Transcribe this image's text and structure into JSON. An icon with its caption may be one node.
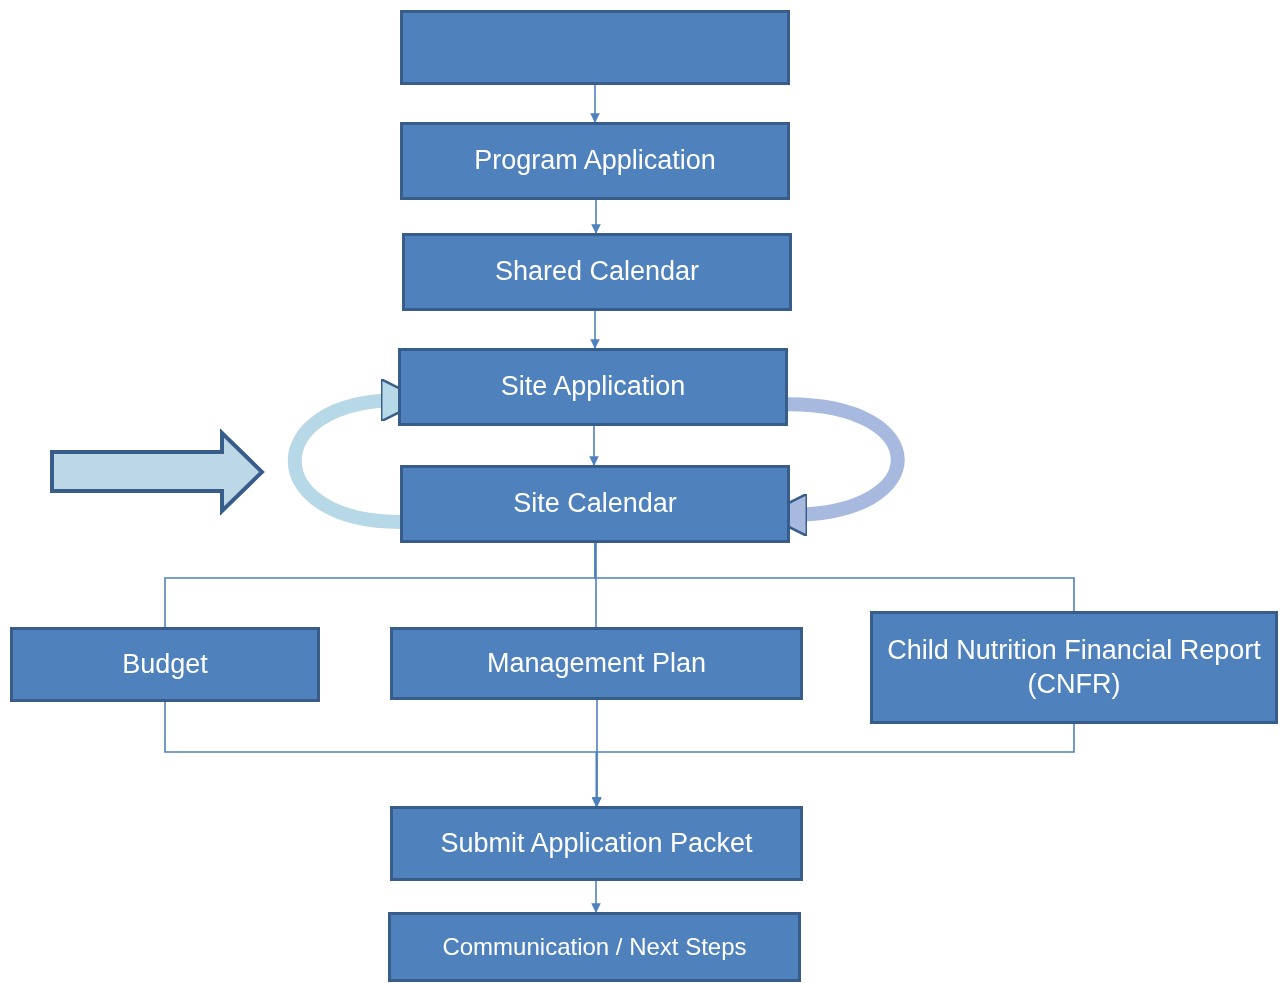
{
  "diagram": {
    "nodes": [
      {
        "text": [],
        "shape": "box"
      },
      {
        "text": [
          "Program Application"
        ]
      },
      {
        "text": [
          "Shared Calendar"
        ]
      },
      {
        "text": [
          "Site Application"
        ]
      },
      {
        "text": [
          "Site Calendar"
        ]
      },
      {
        "text": [
          "Budget"
        ]
      },
      {
        "text": [
          "Management Plan"
        ]
      },
      {
        "text": [
          "Child Nutrition Financial Report (CNFR)"
        ]
      },
      {
        "text": [
          "Submit Application Packet"
        ]
      },
      {
        "text": [
          "Communication / Next Steps"
        ]
      }
    ],
    "edges": [
      {
        "from": 0,
        "to": 1,
        "arrow": "to"
      },
      {
        "from": 1,
        "to": 2,
        "arrow": "to"
      },
      {
        "from": 2,
        "to": 3,
        "arrow": "to"
      },
      {
        "from": 3,
        "to": 4,
        "arrow": "to"
      },
      {
        "from": 4,
        "to": 3,
        "arrow": "to",
        "style": "thick",
        "color": "#b7d8e6"
      },
      {
        "from": 3,
        "to": 4,
        "arrow": "to",
        "style": "thick",
        "color": "#a7b9de"
      },
      {
        "from": 4,
        "to": 5,
        "arrow": "none"
      },
      {
        "from": 4,
        "to": 6,
        "arrow": "none"
      },
      {
        "from": 4,
        "to": 7,
        "arrow": "none"
      },
      {
        "from": 5,
        "to": 8,
        "arrow": "to"
      },
      {
        "from": 6,
        "to": 8,
        "arrow": "to"
      },
      {
        "from": 7,
        "to": 8,
        "arrow": "to"
      },
      {
        "from": 8,
        "to": 9,
        "arrow": "to"
      }
    ]
  }
}
